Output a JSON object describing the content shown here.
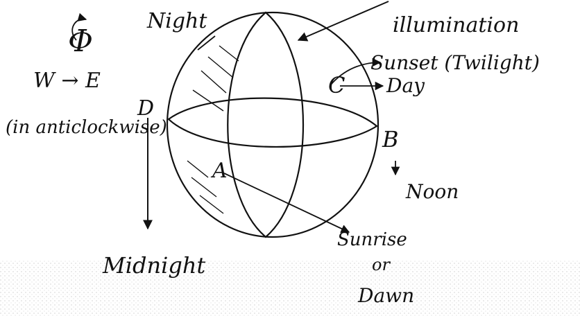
{
  "labels": {
    "night": "Night",
    "illumination": "illumination",
    "sunset_twilight": "Sunset (Twilight)",
    "day": "Day",
    "rotation_symbol": "Φ",
    "direction": "W → E",
    "anticlockwise": "(in anticlockwise)",
    "point_d": "D",
    "point_c": "C",
    "point_b": "B",
    "point_a": "A",
    "noon": "Noon",
    "midnight": "Midnight",
    "sunrise": "Sunrise",
    "or": "or",
    "dawn": "Dawn"
  },
  "colors": {
    "ink": "#111111",
    "paper": "#ffffff"
  }
}
